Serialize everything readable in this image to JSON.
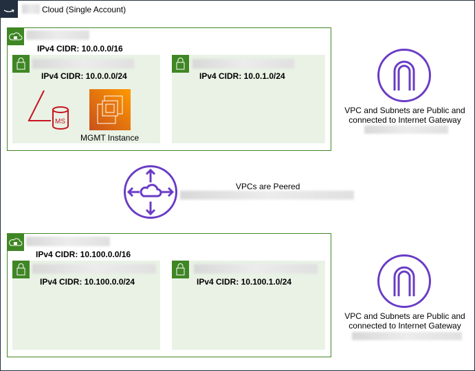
{
  "header": {
    "title": "Cloud (Single Account)"
  },
  "vpc1": {
    "cidr": "IPv4 CIDR: 10.0.0.0/16",
    "subnets": [
      {
        "cidr": "IPv4 CIDR: 10.0.0.0/24",
        "instance_label": "MGMT Instance",
        "db_badge": "MS"
      },
      {
        "cidr": "IPv4 CIDR: 10.0.1.0/24"
      }
    ]
  },
  "vpc2": {
    "cidr": "IPv4 CIDR: 10.100.0.0/16",
    "subnets": [
      {
        "cidr": "IPv4 CIDR: 10.100.0.0/24"
      },
      {
        "cidr": "IPv4 CIDR: 10.100.1.0/24"
      }
    ]
  },
  "gateway_notes": [
    "VPC and Subnets are Public and",
    "connected to Internet Gateway"
  ],
  "peering": {
    "label": "VPCs are Peered"
  },
  "colors": {
    "vpc": "#3f8624",
    "subnet": "#e9f2e5",
    "purple": "#693cc5",
    "ec2": "#ed7100",
    "rds": "#c7131f"
  }
}
